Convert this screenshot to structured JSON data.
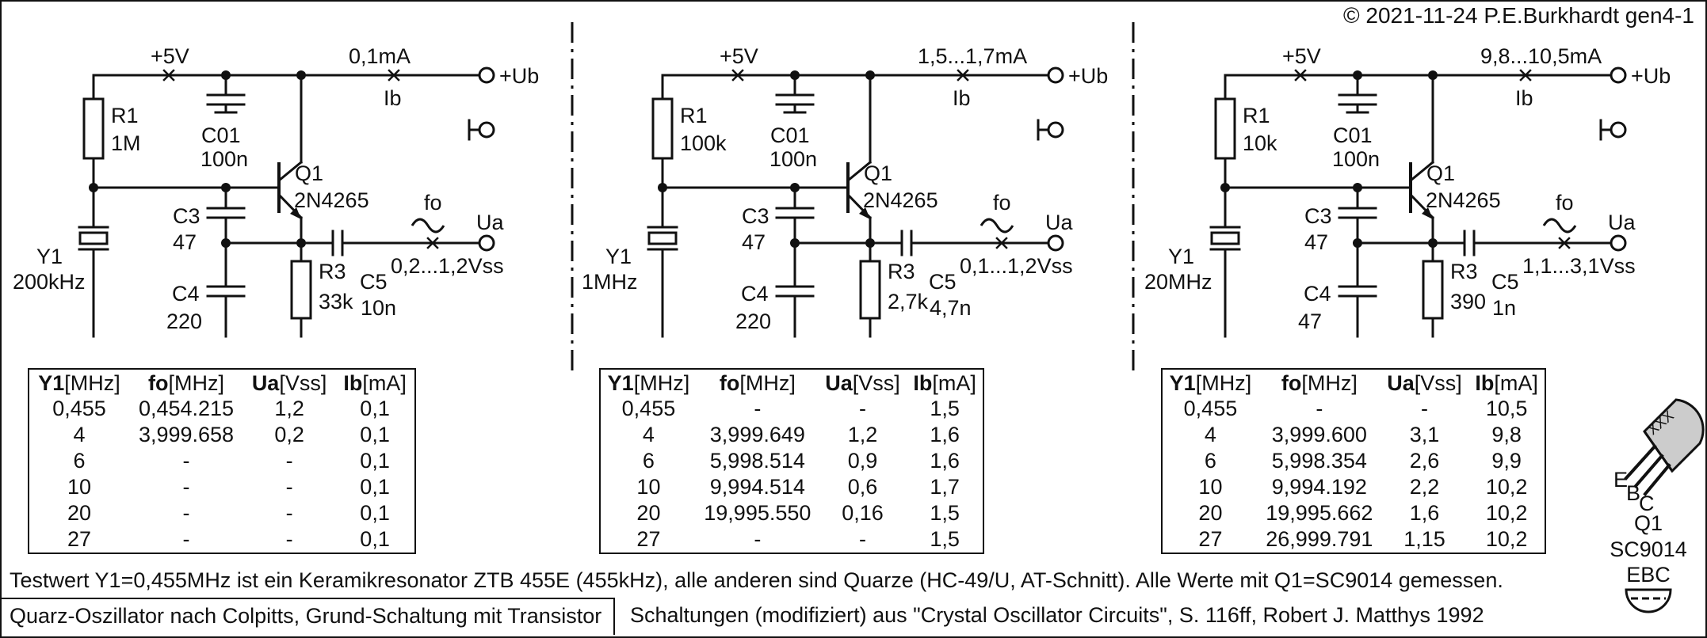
{
  "copyright": "© 2021-11-24 P.E.Burkhardt gen4-1",
  "circuits": [
    {
      "supply": "+5V",
      "current": "0,1mA",
      "ub": "+Ub",
      "ib": "Ib",
      "r1_name": "R1",
      "r1_val": "1M",
      "c01_name": "C01",
      "c01_val": "100n",
      "q1_name": "Q1",
      "q1_val": "2N4265",
      "c3_name": "C3",
      "c3_val": "47",
      "y1_name": "Y1",
      "y1_val": "200kHz",
      "c4_name": "C4",
      "c4_val": "220",
      "r3_name": "R3",
      "r3_val": "33k",
      "c5_name": "C5",
      "c5_val": "10n",
      "fo": "fo",
      "ua": "Ua",
      "vss": "0,2...1,2Vss"
    },
    {
      "supply": "+5V",
      "current": "1,5...1,7mA",
      "ub": "+Ub",
      "ib": "Ib",
      "r1_name": "R1",
      "r1_val": "100k",
      "c01_name": "C01",
      "c01_val": "100n",
      "q1_name": "Q1",
      "q1_val": "2N4265",
      "c3_name": "C3",
      "c3_val": "47",
      "y1_name": "Y1",
      "y1_val": "1MHz",
      "c4_name": "C4",
      "c4_val": "220",
      "r3_name": "R3",
      "r3_val": "2,7k",
      "c5_name": "C5",
      "c5_val": "4,7n",
      "fo": "fo",
      "ua": "Ua",
      "vss": "0,1...1,2Vss"
    },
    {
      "supply": "+5V",
      "current": "9,8...10,5mA",
      "ub": "+Ub",
      "ib": "Ib",
      "r1_name": "R1",
      "r1_val": "10k",
      "c01_name": "C01",
      "c01_val": "100n",
      "q1_name": "Q1",
      "q1_val": "2N4265",
      "c3_name": "C3",
      "c3_val": "47",
      "y1_name": "Y1",
      "y1_val": "20MHz",
      "c4_name": "C4",
      "c4_val": "47",
      "r3_name": "R3",
      "r3_val": "390",
      "c5_name": "C5",
      "c5_val": "1n",
      "fo": "fo",
      "ua": "Ua",
      "vss": "1,1...3,1Vss"
    }
  ],
  "tables": [
    {
      "headers": [
        {
          "b": "Y1",
          "u": "[MHz]"
        },
        {
          "b": "fo",
          "u": "[MHz]"
        },
        {
          "b": "Ua",
          "u": "[Vss]"
        },
        {
          "b": "Ib",
          "u": "[mA]"
        }
      ],
      "rows": [
        [
          "0,455",
          "0,454.215",
          "1,2",
          "0,1"
        ],
        [
          "4",
          "3,999.658",
          "0,2",
          "0,1"
        ],
        [
          "6",
          "-",
          "-",
          "0,1"
        ],
        [
          "10",
          "-",
          "-",
          "0,1"
        ],
        [
          "20",
          "-",
          "-",
          "0,1"
        ],
        [
          "27",
          "-",
          "-",
          "0,1"
        ]
      ]
    },
    {
      "headers": [
        {
          "b": "Y1",
          "u": "[MHz]"
        },
        {
          "b": "fo",
          "u": "[MHz]"
        },
        {
          "b": "Ua",
          "u": "[Vss]"
        },
        {
          "b": "Ib",
          "u": "[mA]"
        }
      ],
      "rows": [
        [
          "0,455",
          "-",
          "-",
          "1,5"
        ],
        [
          "4",
          "3,999.649",
          "1,2",
          "1,6"
        ],
        [
          "6",
          "5,998.514",
          "0,9",
          "1,6"
        ],
        [
          "10",
          "9,994.514",
          "0,6",
          "1,7"
        ],
        [
          "20",
          "19,995.550",
          "0,16",
          "1,5"
        ],
        [
          "27",
          "-",
          "-",
          "1,5"
        ]
      ]
    },
    {
      "headers": [
        {
          "b": "Y1",
          "u": "[MHz]"
        },
        {
          "b": "fo",
          "u": "[MHz]"
        },
        {
          "b": "Ua",
          "u": "[Vss]"
        },
        {
          "b": "Ib",
          "u": "[mA]"
        }
      ],
      "rows": [
        [
          "0,455",
          "-",
          "-",
          "10,5"
        ],
        [
          "4",
          "3,999.600",
          "3,1",
          "9,8"
        ],
        [
          "6",
          "5,998.354",
          "2,6",
          "9,9"
        ],
        [
          "10",
          "9,994.192",
          "2,2",
          "10,2"
        ],
        [
          "20",
          "19,995.662",
          "1,6",
          "10,2"
        ],
        [
          "27",
          "26,999.791",
          "1,15",
          "10,2"
        ]
      ]
    }
  ],
  "transistor": {
    "marking": "XXX",
    "pin_e": "E",
    "pin_b": "B",
    "pin_c": "C",
    "name": "Q1",
    "type": "SC9014",
    "pinout": "EBC"
  },
  "note": "Testwert Y1=0,455MHz ist ein Keramikresonator ZTB 455E (455kHz), alle anderen sind Quarze (HC-49/U, AT-Schnitt). Alle Werte mit Q1=SC9014 gemessen.",
  "title": "Quarz-Oszillator nach Colpitts, Grund-Schaltung mit Transistor",
  "source": "Schaltungen (modifiziert) aus \"Crystal Oscillator Circuits\", S. 116ff, Robert J. Matthys 1992"
}
